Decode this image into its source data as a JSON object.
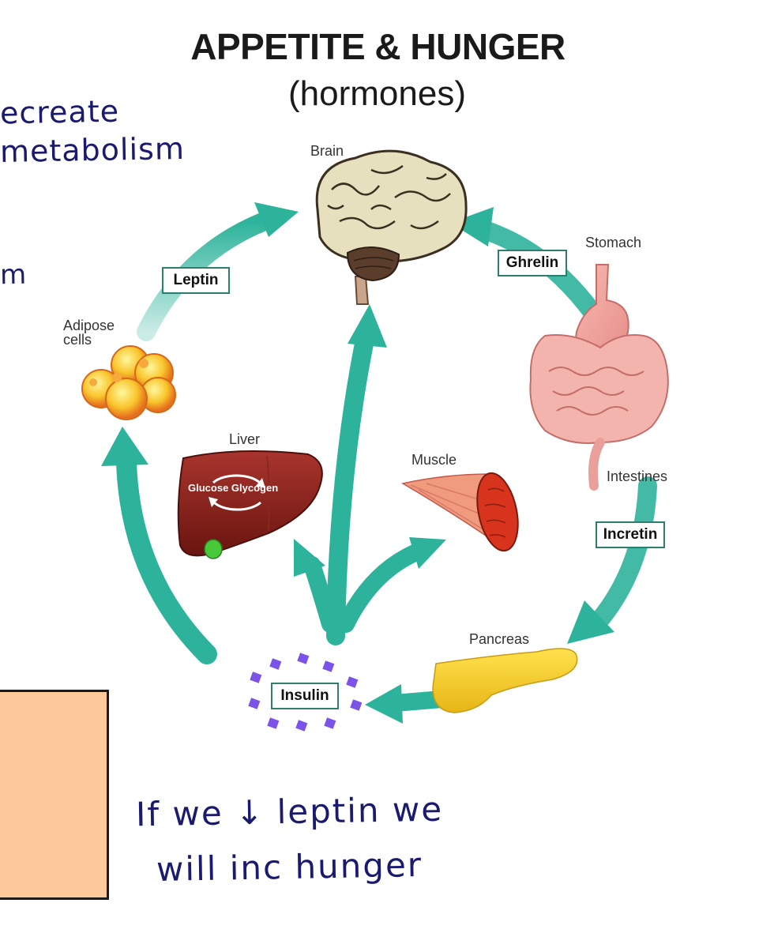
{
  "title": "APPETITE & HUNGER",
  "subtitle": "(hormones)",
  "organs": {
    "brain": "Brain",
    "stomach": "Stomach",
    "adipose_line1": "Adipose",
    "adipose_line2": "cells",
    "liver": "Liver",
    "muscle": "Muscle",
    "intestines": "Intestines",
    "pancreas": "Pancreas"
  },
  "liver_cycle": "Glucose Glycogen",
  "hormones": {
    "leptin": "Leptin",
    "ghrelin": "Ghrelin",
    "incretin": "Incretin",
    "insulin": "Insulin"
  },
  "handwriting": {
    "top_line1": "ecreate",
    "top_line2": "metabolism",
    "side": "m",
    "bottom_line1": "If we ↓ leptin we",
    "bottom_line2": "will inc hunger"
  },
  "colors": {
    "arrow": "#2db39b",
    "ink": "#1a1a6e",
    "note_box": "#fdc89a"
  }
}
